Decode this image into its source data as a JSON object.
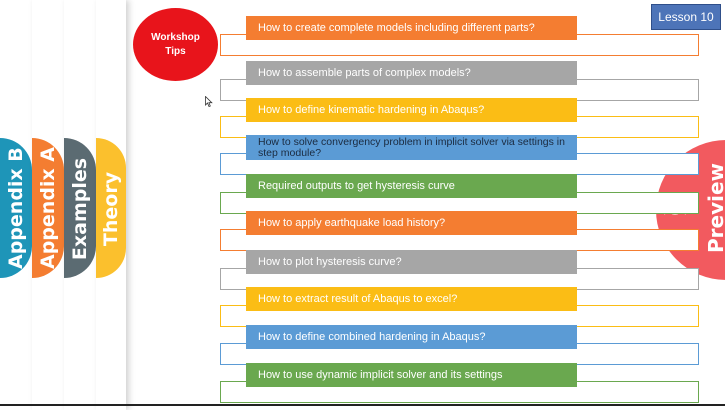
{
  "side_tabs": [
    {
      "label": "Appendix B",
      "color": "#1e95b8"
    },
    {
      "label": "Appendix A",
      "color": "#f47d31"
    },
    {
      "label": "Examples",
      "color": "#5b6b72"
    },
    {
      "label": "Theory",
      "color": "#fbc02d"
    }
  ],
  "workshop_badge": {
    "label": "Workshop Tips",
    "color": "#e8141b"
  },
  "lesson_badge": {
    "label": "Lesson 10"
  },
  "preview_tab": {
    "label": "Preview",
    "color": "#f25a5f"
  },
  "items": [
    {
      "label": "How to create complete models including different parts?",
      "fill": "#f47d31",
      "border": "#f47d31"
    },
    {
      "label": "How to assemble parts of complex models?",
      "fill": "#a6a6a6",
      "border": "#a6a6a6"
    },
    {
      "label": "How to define kinematic hardening in Abaqus?",
      "fill": "#fbbd15",
      "border": "#fbbd15"
    },
    {
      "label": "How to solve convergency problem in implicit solver via settings in step module?",
      "fill": "#5b9bd5",
      "border": "#5b9bd5"
    },
    {
      "label": "Required outputs to get hysteresis curve",
      "fill": "#6aa84f",
      "border": "#6aa84f"
    },
    {
      "label": "How to apply earthquake load history?",
      "fill": "#f47d31",
      "border": "#f47d31"
    },
    {
      "label": "How to plot hysteresis curve?",
      "fill": "#a6a6a6",
      "border": "#a6a6a6"
    },
    {
      "label": "How to extract result of Abaqus to excel?",
      "fill": "#fbbd15",
      "border": "#fbbd15"
    },
    {
      "label": "How to define combined hardening in Abaqus?",
      "fill": "#5b9bd5",
      "border": "#5b9bd5"
    },
    {
      "label": "How to use dynamic implicit solver and its settings",
      "fill": "#6aa84f",
      "border": "#6aa84f"
    }
  ]
}
